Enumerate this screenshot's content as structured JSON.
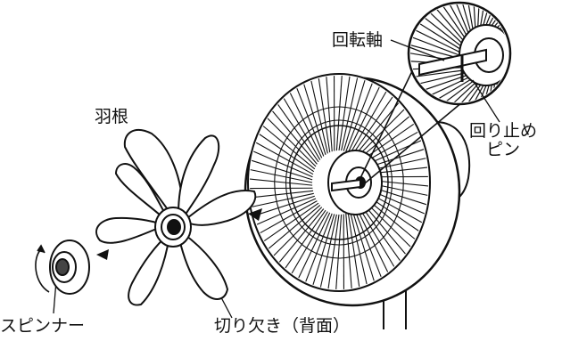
{
  "labels": {
    "rotating_shaft": "回転軸",
    "blade": "羽根",
    "stop_pin_line1": "回り止め",
    "stop_pin_line2": "ピン",
    "spinner": "スピンナー",
    "notch_back": "切り欠き（背面）"
  },
  "colors": {
    "line": "#111111",
    "background": "#ffffff",
    "highlight": "#f2f2f2"
  }
}
